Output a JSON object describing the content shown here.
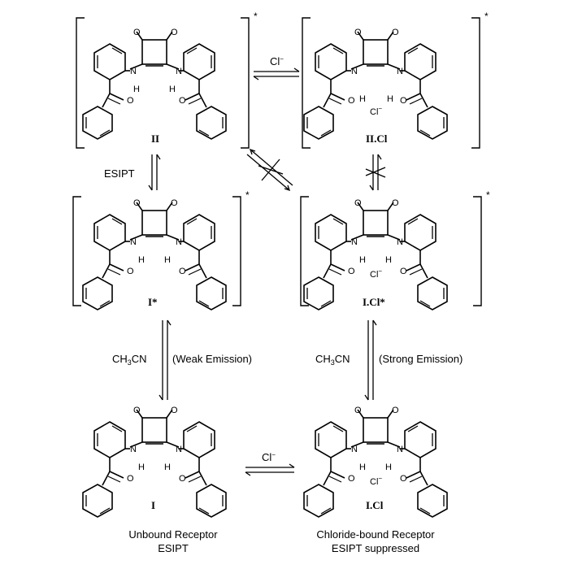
{
  "species": {
    "II": {
      "label": "II",
      "excited": true
    },
    "IICl": {
      "label": "II.Cl",
      "excited": true
    },
    "Istar": {
      "label": "I*",
      "excited": true
    },
    "IClstar": {
      "label": "I.Cl*",
      "excited": true
    },
    "I": {
      "label": "I",
      "excited": false
    },
    "ICl": {
      "label": "I.Cl",
      "excited": false
    }
  },
  "star_symbol": "*",
  "atoms": {
    "N": "N",
    "O": "O",
    "H": "H",
    "Cl": "Cl",
    "minus": "−"
  },
  "arrows": {
    "top": {
      "reagent_main": "Cl",
      "reagent_sup": "−"
    },
    "bottom": {
      "reagent_main": "Cl",
      "reagent_sup": "−"
    },
    "left_upper": {
      "label": "ESIPT"
    },
    "left_lower": {
      "reagent_a": "CH",
      "reagent_sub": "3",
      "reagent_b": "CN",
      "note": "(Weak Emission)"
    },
    "right_lower": {
      "reagent_a": "CH",
      "reagent_sub": "3",
      "reagent_b": "CN",
      "note": "(Strong Emission)"
    }
  },
  "captions": {
    "left_line1": "Unbound Receptor",
    "left_line2": "ESIPT",
    "right_line1": "Chloride-bound Receptor",
    "right_line2": "ESIPT suppressed"
  }
}
